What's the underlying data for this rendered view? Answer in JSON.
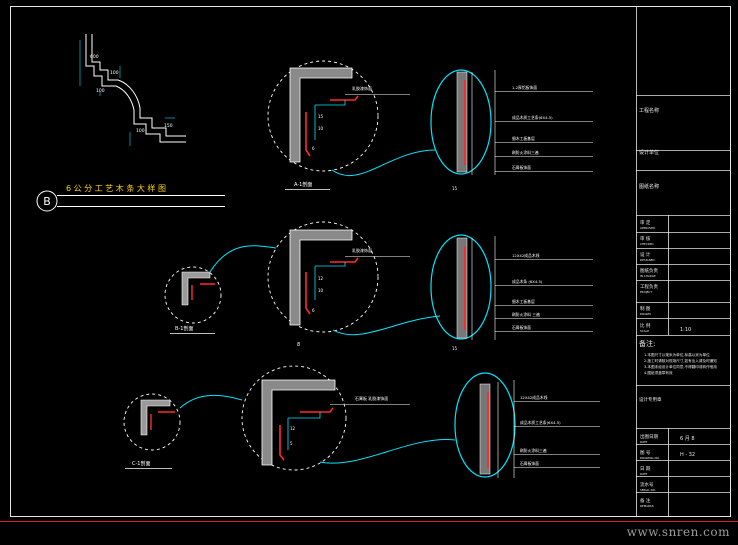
{
  "drawing": {
    "section_letter": "B",
    "section_title": "6 公 分 工 艺 木 条 大 样 图",
    "detail_labels": {
      "top_main": "A-1剖面",
      "mid_small": "B-1剖面",
      "bot_small": "C-1剖面"
    },
    "mid_main_number": "8",
    "scale": "1:10",
    "watermark": "www.snren.com"
  },
  "dimensions": {
    "top_left": [
      "600",
      "100",
      "100",
      "100",
      "150"
    ],
    "detail_top": [
      "15",
      "10",
      "6",
      "15"
    ],
    "detail_mid": [
      "12",
      "10",
      "6",
      "15"
    ],
    "detail_bot": [
      "12",
      "5"
    ]
  },
  "annotations": {
    "top_main": [
      "乳胶漆饰面"
    ],
    "top_side": [
      "1.2厚铝板饰面",
      "成品木质工艺条(6X4.5)",
      "细木工板基层",
      "刷防火涂料三遍",
      "石膏板饰面"
    ],
    "mid_main": [
      "乳胶漆饰面"
    ],
    "mid_side": [
      "12X42成品木线",
      "成品木条 (6X4.5)",
      "细木工板基层",
      "刷防火涂料 三遍",
      "石膏板饰面"
    ],
    "bot_main": [
      "石膏板 乳胶漆饰面"
    ],
    "bot_side": [
      "12X42成品木线",
      "成品木质工艺条(6X4.5)",
      "刷防火涂料三遍",
      "石膏板饰面"
    ]
  },
  "title_block": {
    "rows_top": [
      "工程名称",
      "设计单位",
      "图纸名称"
    ],
    "info_rows": [
      {
        "k": "审 定",
        "sub": "APPROVED"
      },
      {
        "k": "审 核",
        "sub": "CHECKED"
      },
      {
        "k": "设 计",
        "sub": "DESIGNED"
      },
      {
        "k": "图纸负责",
        "sub": "IN CHARGE"
      },
      {
        "k": "工程负责",
        "sub": "PROJECT"
      },
      {
        "k": "制 图",
        "sub": "DRAWN"
      },
      {
        "k": "比 例",
        "sub": "SCALE"
      }
    ],
    "notes_title": "备注:",
    "notes_lines": [
      "1.本图尺寸以毫米为单位,标高以米为单位",
      "2.施工时请核对现场尺寸,如有出入请及时通知",
      "3.本图未经设计单位同意,不得翻印或转作他用",
      "4.图纸须盖章有效"
    ],
    "stamp": "设计专用章",
    "bottom_rows": [
      {
        "k": "出图日期",
        "sub": "DATE",
        "v": "6 月 8"
      },
      {
        "k": "图 号",
        "sub": "DRAWING NO.",
        "v": "H - 32"
      },
      {
        "k": "日 期",
        "sub": "DATE",
        "v": ""
      },
      {
        "k": "流水号",
        "sub": "SERIAL NO.",
        "v": ""
      },
      {
        "k": "备 注",
        "sub": "REMARKS",
        "v": ""
      }
    ]
  }
}
